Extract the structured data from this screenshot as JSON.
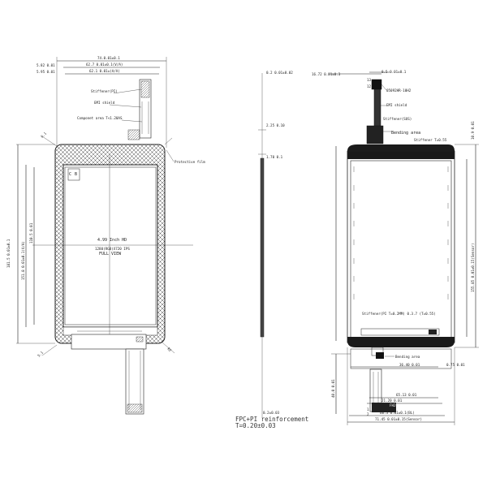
{
  "left_view": {
    "dims_top": [
      "74.0.01±0.1",
      "62.7 0.01±0.1(V/A)",
      "62.1 0.01±(A/A)"
    ],
    "dims_side_left": [
      "5.82 0.01",
      "5.95 0.01"
    ],
    "stiffener_label": "Stiffener(PI)",
    "emi_shield_label": "EMI shield",
    "component_label": "Componet area T<1.20AS",
    "protective_film_label": "Protective film",
    "corner_mark_c": "C",
    "corner_mark_b": "B",
    "display_title": "4.99 Inch HD",
    "display_sub1": "1280(RGB)X720 IPS",
    "display_sub2": "FULL VIEW",
    "height_dim_1": "181.5 0.01±0.1",
    "height_dim_2": "151.8 0.01±0.1(V/A)",
    "height_dim_3": "110.5 0.01",
    "left_small_dims": [
      "6.1",
      "5.1"
    ],
    "corner_dim": "R2"
  },
  "middle_view": {
    "dims": [
      "0.2 0.01±0.02",
      "2.25 0.10",
      "1.70 0.1"
    ],
    "bottom_dim": "0.2±0.03",
    "caption_line1": "FPC+PI reinforcement",
    "caption_line2": "T=0.20±0.03"
  },
  "right_view": {
    "dims_top": [
      "16.72 0.01±0.3",
      "8.5 0.01±0.1"
    ],
    "connector_label": "05092HR-10H2",
    "emi_shield_label": "EMI shield",
    "stiffener_label": "Stiffener(SUS)",
    "bending_label": "Bending area",
    "stiffener_t": "Stiffener T=0.55",
    "stiffener_bottom": "Stiffener(PI T=0.2MM) 0.3.7 (T=0.55)",
    "bending_label_2": "Bending area",
    "dim_a": "36.40 0.01",
    "dim_b": "0.75 0.01",
    "dim_c": "65.13 0.01",
    "dim_d": "21.20 0.01",
    "fpc_label": "FH26-C25-0.3SHW",
    "dim_e": "60.3 0.01±0.1(BL)",
    "dim_f": "71.45 0.01±0.15(Sensor)",
    "side_dims_right": [
      "155.85 0.01±0.15(Sensor)",
      "10.9 0.01"
    ],
    "side_dims_left": [
      "40.0 0.01"
    ],
    "small_marks": [
      "13",
      "12",
      "1",
      "2"
    ]
  }
}
